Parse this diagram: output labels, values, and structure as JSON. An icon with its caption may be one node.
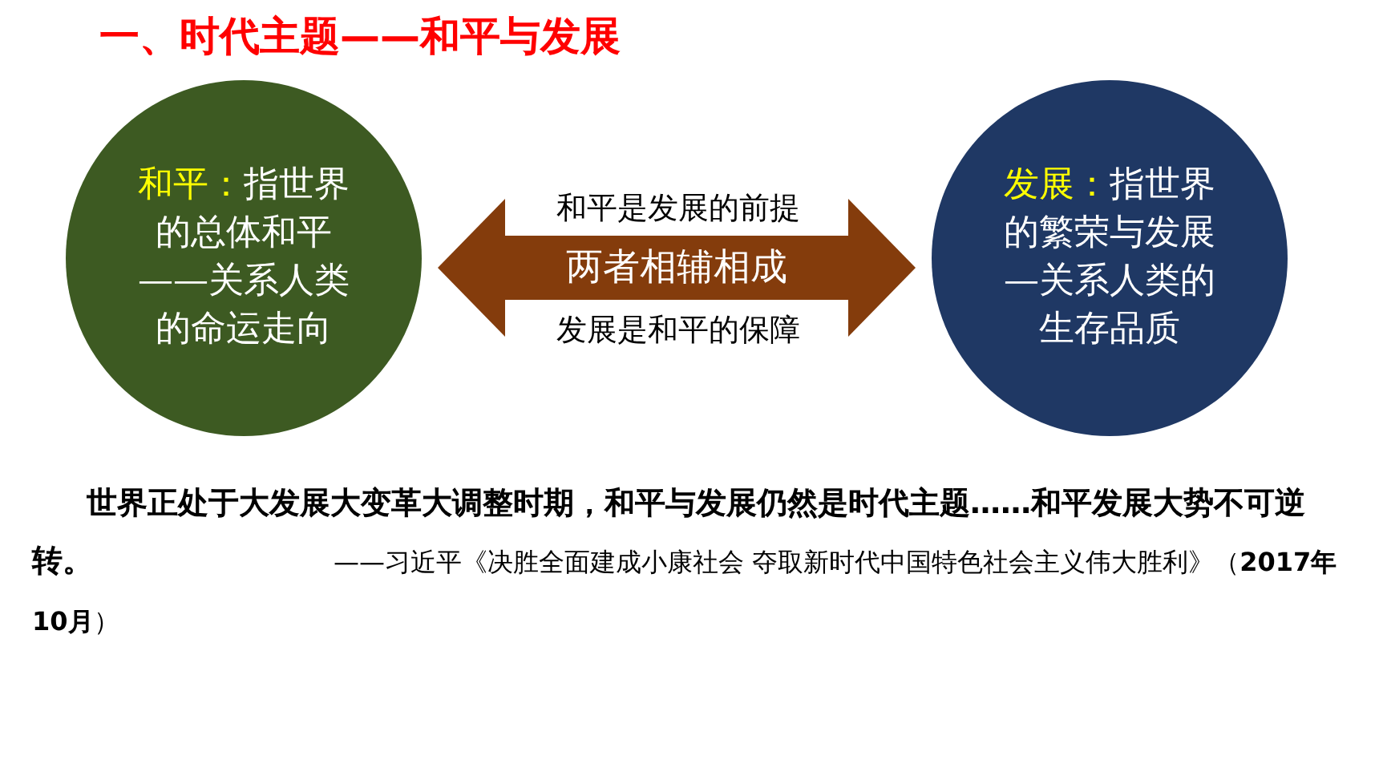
{
  "diagram": {
    "title": "一、时代主题——和平与发展",
    "nodes": [
      {
        "text": [
          "和平：",
          "指世界的总体和平——关系人类的命运走向"
        ]
      },
      {
        "text": [
          "发展：",
          "指世界的繁荣与发展—关系人类的生存品质"
        ]
      }
    ],
    "edges": [
      {
        "from": 0,
        "to": 1,
        "arrow": "both",
        "label": "两者相辅相成"
      }
    ],
    "labels": [
      "和平是发展的前提",
      "发展是和平的保障",
      "世界正处于大发展大变革大调整时期，和平与发展仍然是时代主题……和平发展大势不可逆转。",
      "——习近平《决胜全面建成小康社会 夺取新时代中国特色社会主义伟大胜利》（**2017年10月**）"
    ]
  }
}
